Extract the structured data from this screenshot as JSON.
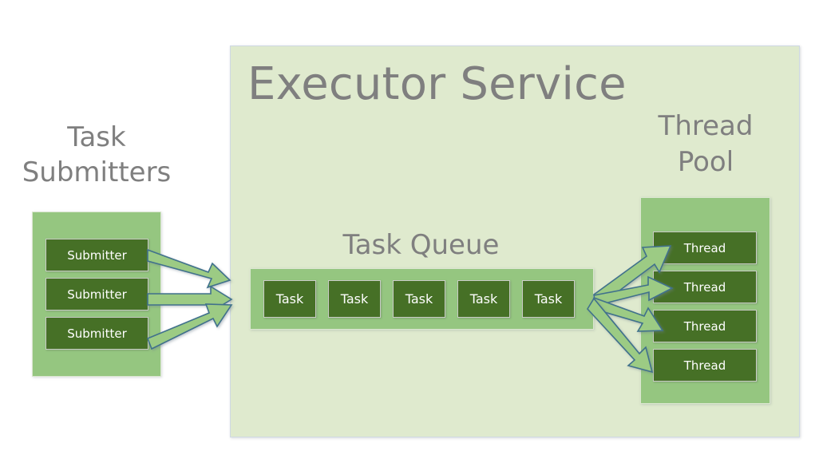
{
  "diagram": {
    "title": "Executor Service",
    "type": "architecture-flow-diagram"
  },
  "colors": {
    "panel_background": "#dfeace",
    "group_background": "#95c680",
    "chip_background": "#467026",
    "chip_text": "#ffffff",
    "caption_text": "#7f7f7f",
    "arrow_fill": "#9ccb84",
    "arrow_outline": "#40718c",
    "page_background": "#ffffff"
  },
  "submitters": {
    "caption_line1": "Task",
    "caption_line2": "Submitters",
    "items": [
      {
        "label": "Submitter"
      },
      {
        "label": "Submitter"
      },
      {
        "label": "Submitter"
      }
    ]
  },
  "queue": {
    "caption": "Task Queue",
    "items": [
      {
        "label": "Task"
      },
      {
        "label": "Task"
      },
      {
        "label": "Task"
      },
      {
        "label": "Task"
      },
      {
        "label": "Task"
      }
    ]
  },
  "thread_pool": {
    "caption_line1": "Thread",
    "caption_line2": "Pool",
    "items": [
      {
        "label": "Thread"
      },
      {
        "label": "Thread"
      },
      {
        "label": "Thread"
      },
      {
        "label": "Thread"
      }
    ]
  },
  "arrows": {
    "submit_arrows_count": 3,
    "dispatch_arrows_count": 4
  }
}
